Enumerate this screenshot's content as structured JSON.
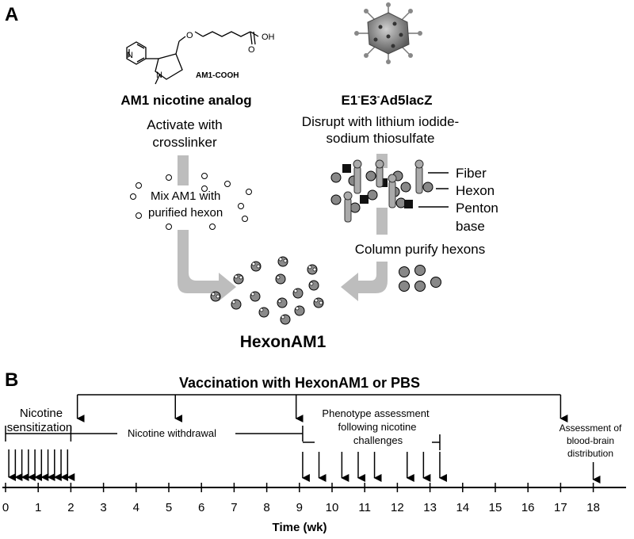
{
  "panel_a": {
    "label": "A",
    "molecule_label": "AM1-COOH",
    "oh_label": "OH",
    "n_label": "N",
    "heading_left": "AM1 nicotine analog",
    "step_activate_1": "Activate with",
    "step_activate_2": "crosslinker",
    "step_mix_1": "Mix  AM1 with",
    "step_mix_2": "purified hexon",
    "heading_right_1": "E1",
    "heading_right_sup1": "-",
    "heading_right_2": "E3",
    "heading_right_sup2": "-",
    "heading_right_3": "Ad5lacZ",
    "step_disrupt_1": "Disrupt with lithium iodide-",
    "step_disrupt_2": "sodium thiosulfate",
    "legend_fiber": "Fiber",
    "legend_hexon": "Hexon",
    "legend_penton_1": "Penton",
    "legend_penton_2": "base",
    "step_column": "Column purify hexons",
    "product": "HexonAM1"
  },
  "panel_b": {
    "label": "B",
    "title": "Vaccination with HexonAM1 or PBS",
    "phase_sensitization_1": "Nicotine",
    "phase_sensitization_2": "sensitization",
    "phase_withdrawal": "Nicotine withdrawal",
    "phase_phenotype_1": "Phenotype assessment",
    "phase_phenotype_2": "following nicotine",
    "phase_phenotype_3": "challenges",
    "phase_bbb_1": "Assessment of",
    "phase_bbb_2": "blood-brain",
    "phase_bbb_3": "distribution",
    "axis_label": "Time (wk)",
    "ticks": [
      "0",
      "1",
      "2",
      "3",
      "4",
      "5",
      "6",
      "7",
      "8",
      "9",
      "10",
      "11",
      "12",
      "13",
      "14",
      "15",
      "16",
      "17",
      "18"
    ],
    "vaccination_weeks": [
      2.2,
      5.2,
      8.9,
      17.0
    ],
    "sensitization_doses": [
      0.1,
      0.3,
      0.5,
      0.7,
      0.9,
      1.1,
      1.3,
      1.5,
      1.7,
      1.9
    ],
    "challenge_weeks": [
      9.1,
      9.6,
      10.3,
      10.8,
      11.3,
      12.3,
      12.8,
      13.3
    ],
    "bbb_week": 18
  }
}
